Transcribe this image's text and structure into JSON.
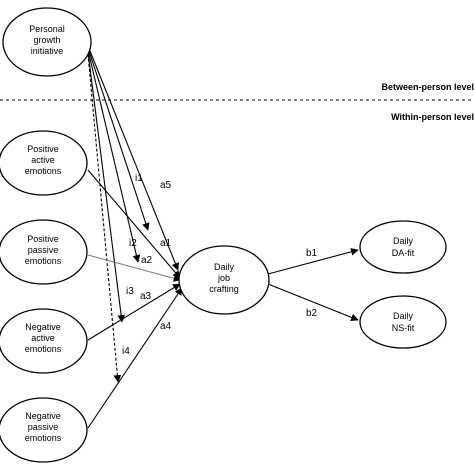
{
  "levels": {
    "between": "Between-person level",
    "within": "Within-person level"
  },
  "nodes": {
    "personal_growth": [
      "Personal",
      "growth",
      "initiative"
    ],
    "positive_active": [
      "Positive",
      "active",
      "emotions"
    ],
    "positive_passive": [
      "Positive",
      "passive",
      "emotions"
    ],
    "negative_active": [
      "Negative",
      "active",
      "emotions"
    ],
    "negative_passive": [
      "Negative",
      "passive",
      "emotions"
    ],
    "job_crafting": [
      "Daily",
      "job",
      "crafting"
    ],
    "da_fit": [
      "Daily",
      "DA-fit"
    ],
    "ns_fit": [
      "Daily",
      "NS-fit"
    ]
  },
  "paths": {
    "a1": "a1",
    "a2": "a2",
    "a3": "a3",
    "a4": "a4",
    "a5": "a5",
    "i1": "i1",
    "i2": "i2",
    "i3": "i3",
    "i4": "i4",
    "b1": "b1",
    "b2": "b2"
  }
}
